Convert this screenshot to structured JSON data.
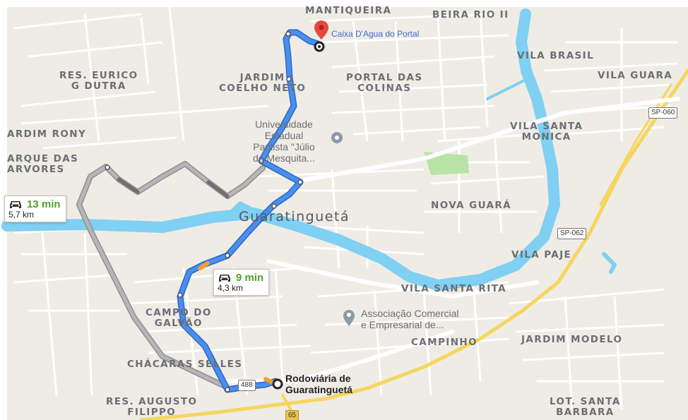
{
  "colors": {
    "land": "#efece6",
    "river": "#7fd0f2",
    "park": "#b9e3a6",
    "street": "#ffffff",
    "highway": "#f5d65e",
    "route_primary": "#4a8fed",
    "route_alt": "#b6b6b6",
    "traffic": "#f0a032",
    "pin": "#e8473c"
  },
  "neighborhoods": [
    {
      "id": "mantiqueira",
      "text": "MANTIQUEIRA"
    },
    {
      "id": "beira-rio",
      "text": "BEIRA RIO II"
    },
    {
      "id": "vila-brasil",
      "text": "VILA BRASIL"
    },
    {
      "id": "vila-guara",
      "text": "VILA GUARA"
    },
    {
      "id": "res-eurico",
      "text": "RES. EURICO\nG DUTRA"
    },
    {
      "id": "jardim-coelho",
      "text": "JARDIM\nCOELHO NETO"
    },
    {
      "id": "portal-colinas",
      "text": "PORTAL DAS\nCOLINAS"
    },
    {
      "id": "jardim-rony",
      "text": "ARDIM RONY"
    },
    {
      "id": "parque-arvores",
      "text": "ARQUE DAS\nARVORES"
    },
    {
      "id": "vila-santa-monica",
      "text": "VILA SANTA\nMONICA"
    },
    {
      "id": "nova-guara",
      "text": "NOVA GUARÁ"
    },
    {
      "id": "vila-paje",
      "text": "VILA PAJE"
    },
    {
      "id": "vila-santa-rita",
      "text": "VILA SANTA RITA"
    },
    {
      "id": "campo-galvao",
      "text": "CAMPO DO\nGALVÃO"
    },
    {
      "id": "campinho",
      "text": "CAMPINHO"
    },
    {
      "id": "jardim-modelo",
      "text": "JARDIM MODELO"
    },
    {
      "id": "chacaras-selles",
      "text": "CHÁCARAS SELLES"
    },
    {
      "id": "res-augusto",
      "text": "RES. AUGUSTO\nFILIPPO"
    },
    {
      "id": "lot-santa-barbara",
      "text": "LOT. SANTA\nBARBARA"
    }
  ],
  "city_label": "Guaratinguetá",
  "pois": {
    "university": "Universidade\nEstadual\nPaulista \"Júlio\nde Mesquita...",
    "association": "Associação Comercial\ne Empresarial de..."
  },
  "destination": {
    "label": "Caixa D'Agua do Portal"
  },
  "origin": {
    "label": "Rodoviária de\nGuaratinguetá"
  },
  "road_shields": {
    "sp060": "SP-060",
    "sp062": "SP-062",
    "r488": "488",
    "r65": "65"
  },
  "routes": {
    "alternate": {
      "time": "13 min",
      "distance": "5,7 km"
    },
    "primary": {
      "time": "9 min",
      "distance": "4,3 km"
    }
  },
  "icons": {
    "car": "car-icon",
    "pin": "map-pin-icon",
    "university": "university-pin-icon",
    "association": "place-pin-icon"
  }
}
